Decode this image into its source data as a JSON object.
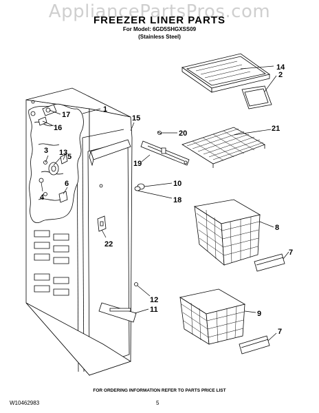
{
  "watermark": "AppliancePartsPros.com",
  "title": "FREEZER LINER PARTS",
  "model": "For Model: 6GD5SHGXSS09",
  "finish": "(Stainless Steel)",
  "callouts": [
    "14",
    "2",
    "1",
    "17",
    "15",
    "20",
    "21",
    "16",
    "3",
    "13",
    "5",
    "19",
    "4",
    "6",
    "10",
    "18",
    "8",
    "22",
    "7",
    "12",
    "11",
    "9",
    "7"
  ],
  "footer_note": "FOR ORDERING INFORMATION REFER TO PARTS PRICE LIST",
  "doc_number": "W10462983",
  "page_number": "5"
}
